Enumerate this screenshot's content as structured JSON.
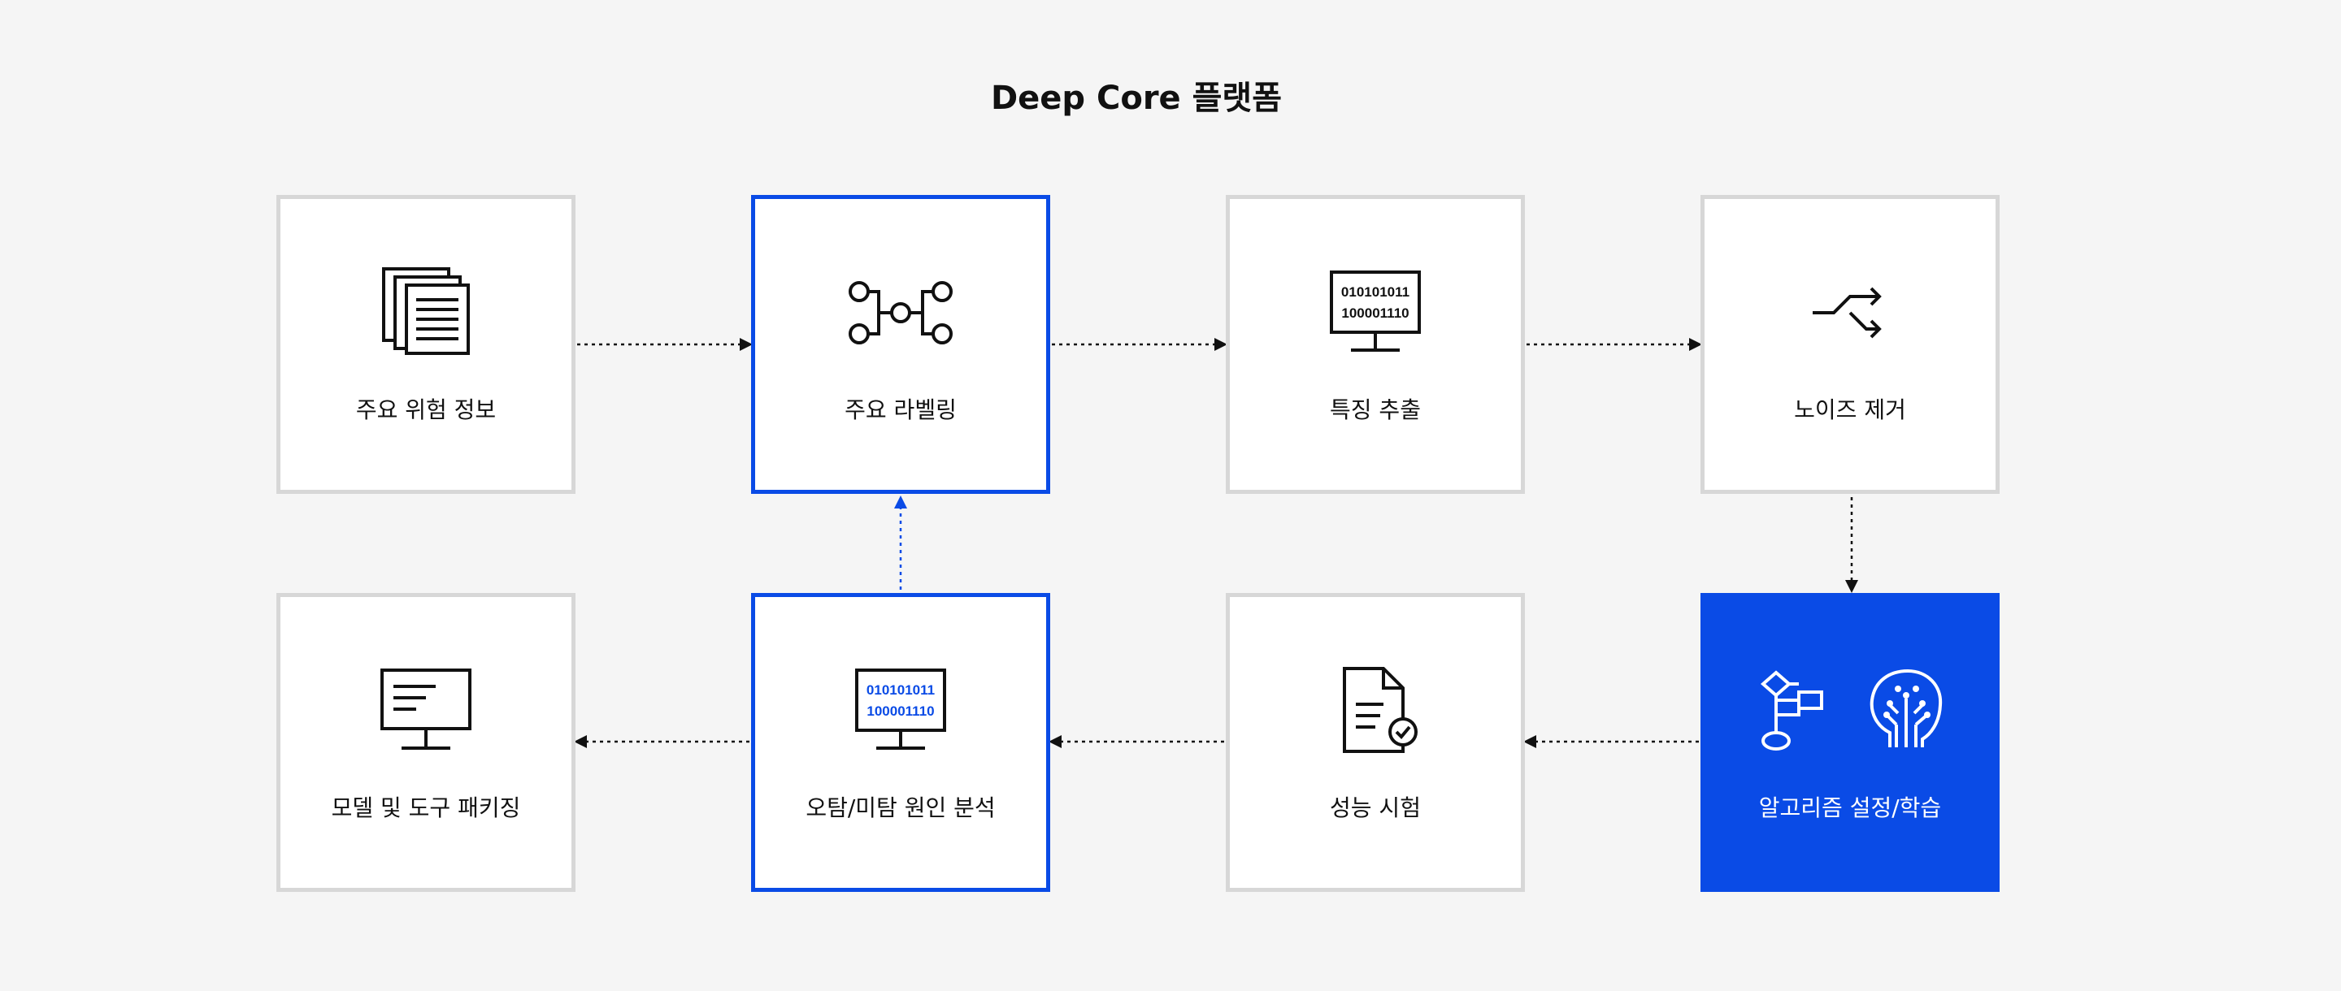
{
  "title": "Deep Core 플랫폼",
  "colors": {
    "accent": "#0a4be6",
    "border": "#d7d7d7",
    "background": "#f5f5f5"
  },
  "nodes": [
    {
      "label": "주요 위험 정보",
      "icon": "documents-icon",
      "style": "default"
    },
    {
      "label": "주요 라벨링",
      "icon": "network-nodes-icon",
      "style": "outline"
    },
    {
      "label": "특징 추출",
      "icon": "binary-monitor-icon",
      "style": "default",
      "binary": [
        "010101011",
        "100001110"
      ]
    },
    {
      "label": "노이즈 제거",
      "icon": "shuffle-icon",
      "style": "default"
    },
    {
      "label": "알고리즘 설정/학습",
      "icon": "flowchart-icon, ai-brain-head-icon",
      "style": "filled"
    },
    {
      "label": "성능 시험",
      "icon": "document-check-icon",
      "style": "default"
    },
    {
      "label": "오탐/미탐 원인 분석",
      "icon": "binary-monitor-icon",
      "style": "outline",
      "binary": [
        "010101011",
        "100001110"
      ]
    },
    {
      "label": "모델 및 도구 패키징",
      "icon": "monitor-text-icon",
      "style": "default"
    }
  ]
}
